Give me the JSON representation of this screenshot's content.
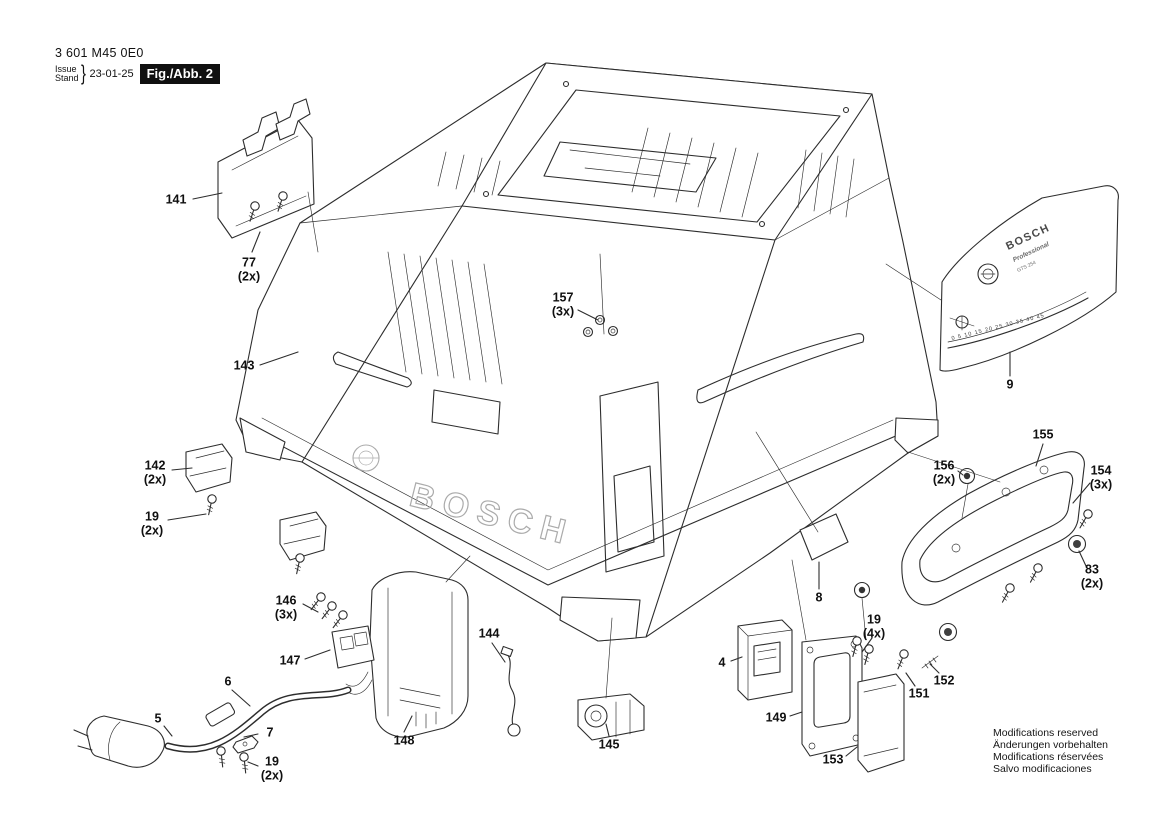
{
  "header": {
    "part_number": "3 601 M45 0E0",
    "issue_label": "Issue",
    "stand_label": "Stand",
    "brace": "}",
    "issue_date": "23-01-25",
    "figure_badge": "Fig./Abb. 2"
  },
  "drawing": {
    "body_brand": "BOSCH",
    "panel9": {
      "brand": "BOSCH",
      "subtitle": "Professional",
      "model": "GTS 254",
      "scale": "0 5 10 15 20 25 30 35 40 45"
    }
  },
  "callouts": [
    {
      "label": "141",
      "qty": ""
    },
    {
      "label": "77",
      "qty": "(2x)"
    },
    {
      "label": "143",
      "qty": ""
    },
    {
      "label": "142",
      "qty": "(2x)"
    },
    {
      "label": "19",
      "qty": "(2x)"
    },
    {
      "label": "146",
      "qty": "(3x)"
    },
    {
      "label": "147",
      "qty": ""
    },
    {
      "label": "6",
      "qty": ""
    },
    {
      "label": "5",
      "qty": ""
    },
    {
      "label": "7",
      "qty": ""
    },
    {
      "label": "19",
      "qty": "(2x)"
    },
    {
      "label": "148",
      "qty": ""
    },
    {
      "label": "144",
      "qty": ""
    },
    {
      "label": "145",
      "qty": ""
    },
    {
      "label": "157",
      "qty": "(3x)"
    },
    {
      "label": "9",
      "qty": ""
    },
    {
      "label": "155",
      "qty": ""
    },
    {
      "label": "156",
      "qty": "(2x)"
    },
    {
      "label": "154",
      "qty": "(3x)"
    },
    {
      "label": "83",
      "qty": "(2x)"
    },
    {
      "label": "8",
      "qty": ""
    },
    {
      "label": "19",
      "qty": "(4x)"
    },
    {
      "label": "4",
      "qty": ""
    },
    {
      "label": "151",
      "qty": ""
    },
    {
      "label": "152",
      "qty": ""
    },
    {
      "label": "149",
      "qty": ""
    },
    {
      "label": "153",
      "qty": ""
    }
  ],
  "footer": {
    "line1": "Modifications reserved",
    "line2": "Änderungen vorbehalten",
    "line3": "Modifications réservées",
    "line4": "Salvo modificaciones"
  }
}
